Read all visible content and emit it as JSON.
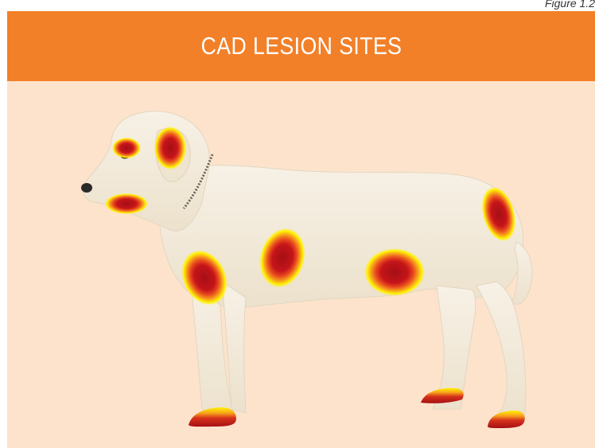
{
  "figure_label": "Figure 1.2",
  "title": "CAD LESION SITES",
  "colors": {
    "banner": "#f28028",
    "background": "#fde3cc",
    "title_text": "#ffffff",
    "lesion_core": "#b31218",
    "lesion_mid": "#e3421e",
    "lesion_outer": "#f7a11c",
    "lesion_edge": "#fff200"
  },
  "illustration": {
    "subject": "golden-retriever-dog",
    "lesion_sites": [
      "periocular",
      "ear",
      "muzzle-chin",
      "front-armpit",
      "shoulder-flank",
      "groin",
      "tail-base",
      "front-paw",
      "hind-paw-left",
      "hind-paw-right"
    ]
  }
}
